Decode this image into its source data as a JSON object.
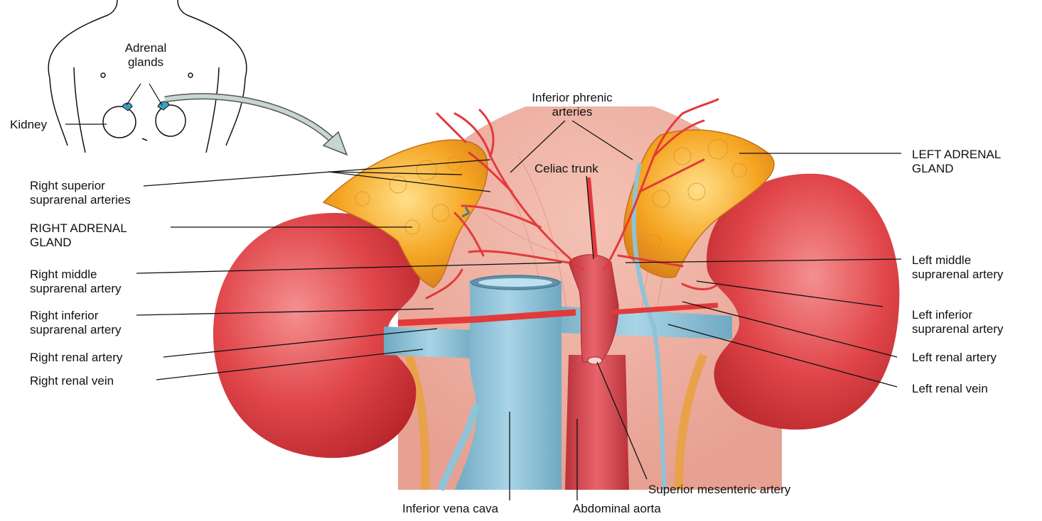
{
  "inset": {
    "adrenal_glands": [
      "Adrenal",
      "glands"
    ],
    "kidney": "Kidney"
  },
  "labels": {
    "inferior_phrenic": [
      "Inferior phrenic",
      "arteries"
    ],
    "celiac_trunk": "Celiac trunk",
    "right_superior": [
      "Right superior",
      "suprarenal arteries"
    ],
    "right_adrenal": [
      "RIGHT ADRENAL",
      "GLAND"
    ],
    "right_middle": [
      "Right middle",
      "suprarenal artery"
    ],
    "right_inferior": [
      "Right inferior",
      "suprarenal artery"
    ],
    "right_renal_artery": "Right renal artery",
    "right_renal_vein": "Right renal vein",
    "left_adrenal": [
      "LEFT ADRENAL",
      "GLAND"
    ],
    "left_middle": [
      "Left middle",
      "suprarenal artery"
    ],
    "left_inferior": [
      "Left inferior",
      "suprarenal artery"
    ],
    "left_renal_artery": "Left renal artery",
    "left_renal_vein": "Left renal vein",
    "superior_mesenteric": "Superior mesenteric artery",
    "inferior_vena_cava": "Inferior vena cava",
    "abdominal_aorta": "Abdominal aorta"
  },
  "colors": {
    "kidney": "#e0464a",
    "adrenal": "#f5a623",
    "vein": "#8fc3d8",
    "artery": "#e23a3a",
    "ureter": "#e8a24a",
    "inset_adrenal": "#3a9fc0"
  }
}
